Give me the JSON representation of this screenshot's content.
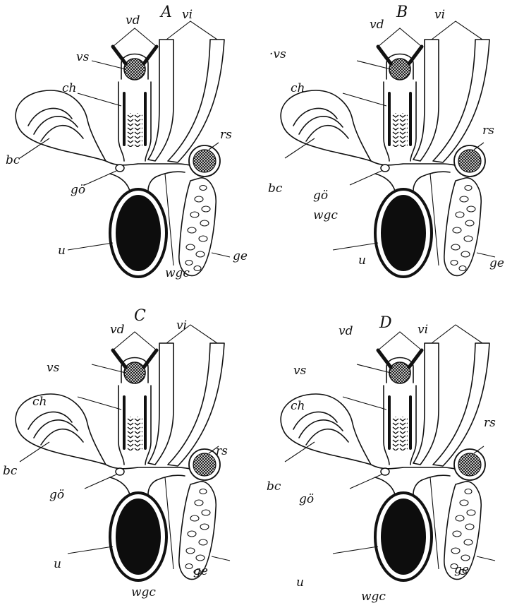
{
  "panels": [
    {
      "letter": "A",
      "labels": {
        "vd": "vd",
        "vi": "vi",
        "vs": "vs",
        "ch": "ch",
        "bc": "bc",
        "go": "gö",
        "rs": "rs",
        "ge": "ge",
        "u": "u",
        "wgc": "wgc"
      }
    },
    {
      "letter": "B",
      "labels": {
        "vd": "vd",
        "vi": "vi",
        "vs": "·vs",
        "ch": "ch",
        "bc": "bc",
        "go": "gö",
        "rs": "rs",
        "ge": "ge",
        "u": "u",
        "wgc": "wgc"
      }
    },
    {
      "letter": "C",
      "labels": {
        "vd": "vd",
        "vi": "vi",
        "vs": "vs",
        "ch": "ch",
        "bc": "bc",
        "go": "gö",
        "rs": "rs",
        "ge": "ge",
        "u": "u",
        "wgc": "wgc"
      }
    },
    {
      "letter": "D",
      "labels": {
        "vd": "vd",
        "vi": "vi",
        "vs": "vs",
        "ch": "ch",
        "bc": "bc",
        "go": "gö",
        "rs": "rs",
        "ge": "ge",
        "u": "u",
        "wgc": "wgc"
      }
    }
  ],
  "colors": {
    "ink": "#111111",
    "paper": "#ffffff"
  }
}
